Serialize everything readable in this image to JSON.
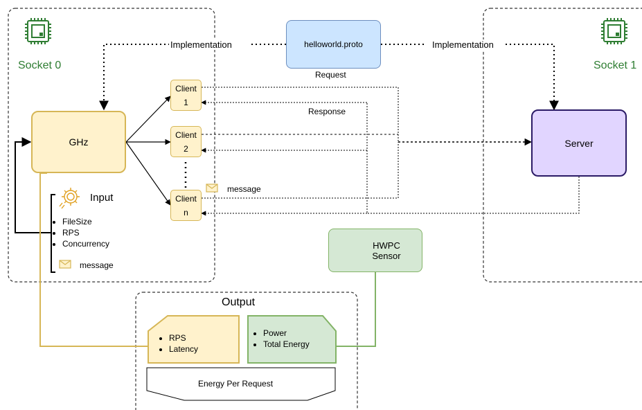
{
  "sockets": {
    "left_label": "Socket 0",
    "right_label": "Socket 1",
    "icon": "cpu-chip-icon",
    "color": "#2e7d32"
  },
  "proto": {
    "label": "helloworld.proto",
    "request_label": "Request",
    "response_label": "Response",
    "impl_left": "Implementation",
    "impl_right": "Implementation",
    "fill": "#cce5ff",
    "stroke": "#6c8ebf"
  },
  "ghz": {
    "label": "GHz",
    "fill": "#fff2cc",
    "stroke": "#d6b656"
  },
  "server": {
    "label": "Server",
    "fill": "#e1d5ff",
    "stroke": "#2a1a66"
  },
  "clients": [
    {
      "top": "Client",
      "bottom": "1"
    },
    {
      "top": "Client",
      "bottom": "2"
    },
    {
      "top": "Client",
      "bottom": "n"
    }
  ],
  "message_label": "message",
  "message_icon": "envelope-icon",
  "input": {
    "title": "Input",
    "icon": "gear-icon",
    "items": [
      "FileSize",
      "RPS",
      "Concurrency"
    ],
    "message_label": "message"
  },
  "hwpc": {
    "line1": "HWPC",
    "line2": "Sensor",
    "icon": "gear-icon",
    "fill": "#d5e8d4",
    "stroke": "#82b366"
  },
  "output": {
    "title": "Output",
    "ghz_items": [
      "RPS",
      "Latency"
    ],
    "hwpc_items": [
      "Power",
      "Total Energy"
    ],
    "energy_label": "Energy Per Request"
  }
}
